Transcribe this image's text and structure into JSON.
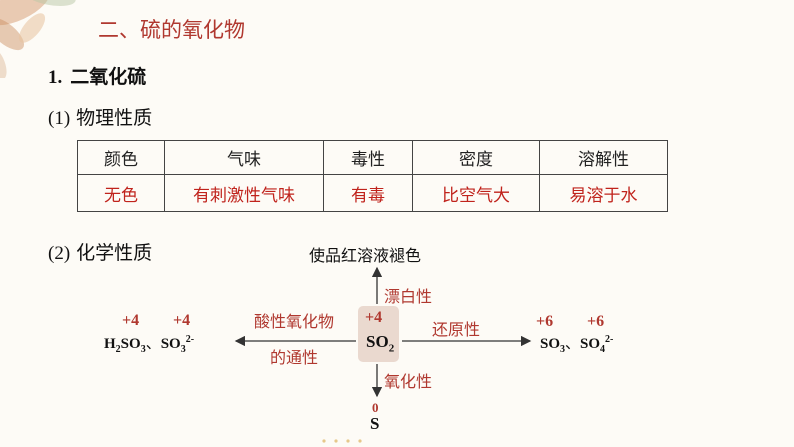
{
  "title": "二、硫的氧化物",
  "section": {
    "num": "1.",
    "label": "二氧化硫"
  },
  "physical": {
    "num": "(1)",
    "label": "物理性质"
  },
  "table": {
    "headers": [
      "颜色",
      "气味",
      "毒性",
      "密度",
      "溶解性"
    ],
    "values": [
      "无色",
      "有刺激性气味",
      "有毒",
      "比空气大",
      "易溶于水"
    ]
  },
  "chemical": {
    "num": "(2)",
    "label": "化学性质"
  },
  "diagram": {
    "top_result": "使品红溶液褪色",
    "up_label": "漂白性",
    "center_valence": "+4",
    "center": {
      "base": "SO",
      "sub": "2"
    },
    "right_label": "还原性",
    "left_label_line1": "酸性氧化物",
    "left_label_line2": "的通性",
    "down_label": "氧化性",
    "left_val_1": "+4",
    "left_val_2": "+4",
    "left_products": {
      "a_h": "H",
      "a_h_sub": "2",
      "a_so": "SO",
      "a_so_sub": "3",
      "sep": "、",
      "b_so": "SO",
      "b_sub": "3",
      "b_sup": "2-"
    },
    "right_val_1": "+6",
    "right_val_2": "+6",
    "right_products": {
      "a_so": "SO",
      "a_sub": "3",
      "sep": "、",
      "b_so": "SO",
      "b_sub": "4",
      "b_sup": "2-"
    },
    "bottom_valence": "0",
    "bottom_product": "S"
  },
  "colors": {
    "accent_red": "#b0382f",
    "value_red": "#c0231c",
    "center_box": "#ead9cf"
  }
}
